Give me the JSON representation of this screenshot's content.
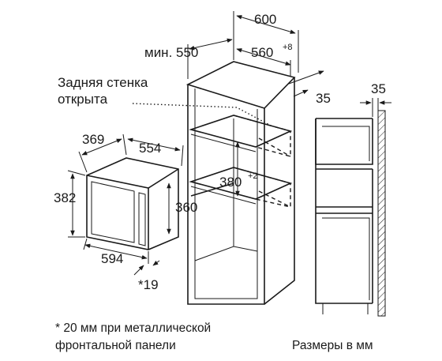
{
  "dims": {
    "w600": "600",
    "min550": "мин. 550",
    "w560": "560",
    "w560_tol": "+8",
    "d35_right": "35",
    "d35_wall": "35",
    "h380": "380",
    "h380_tol": "+2",
    "d369": "369",
    "w554": "554",
    "h382": "382",
    "h360": "360",
    "w594": "594",
    "f19": "*19"
  },
  "labels": {
    "back_wall_line1": "Задняя стенка",
    "back_wall_line2": "открыта",
    "footnote_line1": "* 20 мм при металлической",
    "footnote_line2": "фронтальной панели",
    "units": "Размеры в мм"
  }
}
